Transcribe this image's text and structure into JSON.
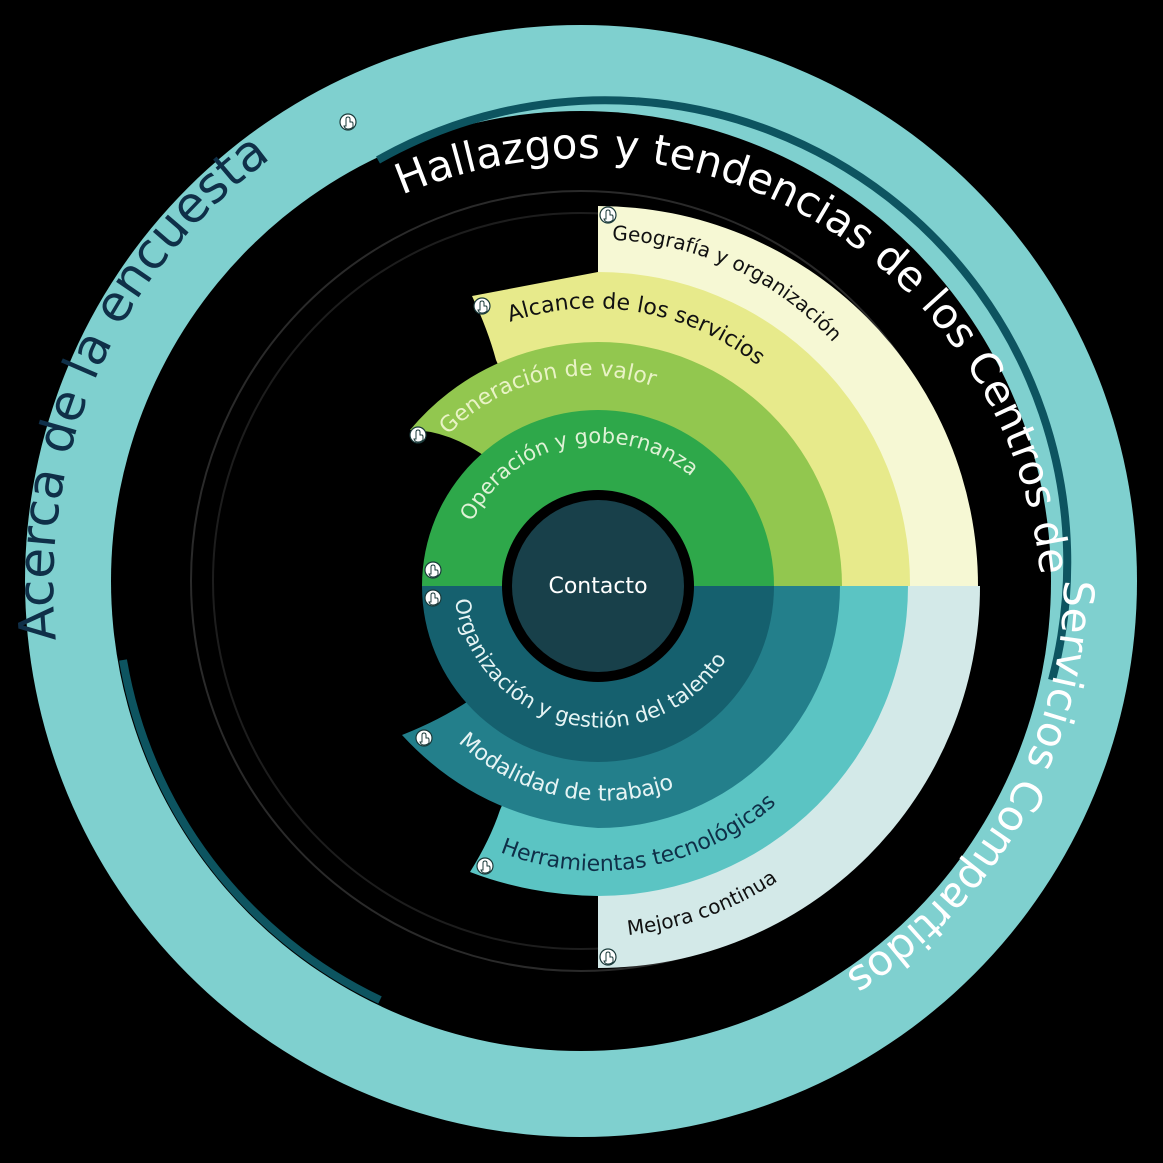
{
  "outer_ring": {
    "label": "Acerca de la encuesta"
  },
  "inner_ring": {
    "label": "Hallazgos y tendencias de los Centros de Servicios Compartidos"
  },
  "center": {
    "label": "Contacto"
  },
  "upper_segments": [
    {
      "label": "Geografía y organización",
      "color": "#f6f8d4"
    },
    {
      "label": "Alcance de los servicios",
      "color": "#e7ea8b"
    },
    {
      "label": "Generación de valor",
      "color": "#92c74f"
    },
    {
      "label": "Operación y gobernanza",
      "color": "#2ea84a"
    }
  ],
  "lower_segments": [
    {
      "label": "Mejora continua",
      "color": "#d3e9e8"
    },
    {
      "label": "Herramientas tecnológicas",
      "color": "#5bc4c3"
    },
    {
      "label": "Modalidad de trabajo",
      "color": "#237f8b"
    },
    {
      "label": "Organización y gestión del talento",
      "color": "#15606e"
    }
  ],
  "colors": {
    "outer_ring": "#7fd0cf",
    "background": "#000000",
    "accent_dark": "#0d5460",
    "center_fill": "#18404a"
  },
  "icons": [
    "hand-pointer-icon"
  ]
}
